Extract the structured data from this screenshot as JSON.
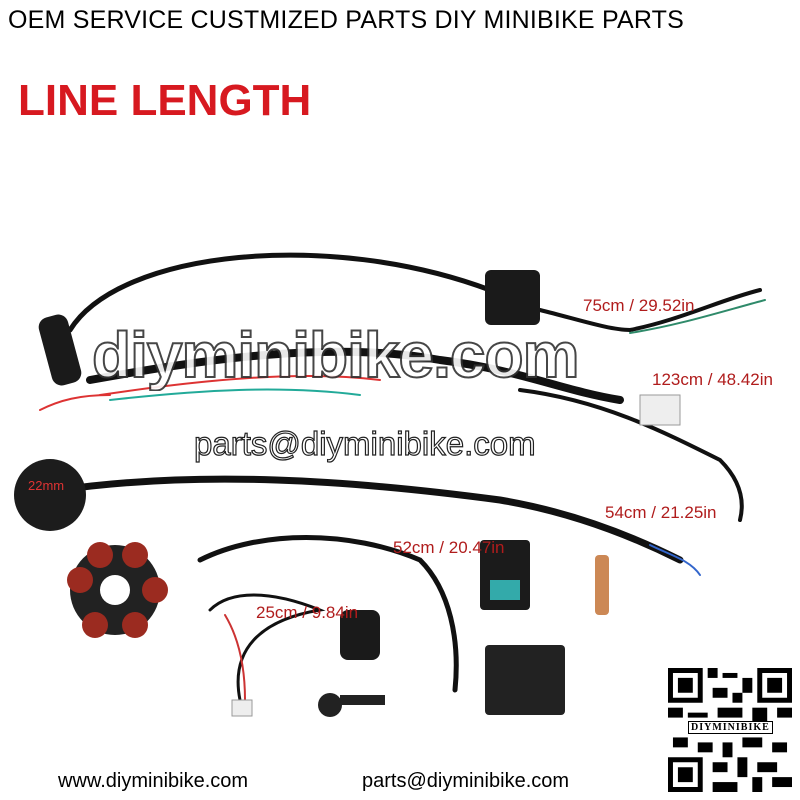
{
  "header": "OEM SERVICE CUSTMIZED PARTS DIY MINIBIKE PARTS",
  "title": "LINE LENGTH",
  "lengths": {
    "ignition_coil": "75cm / 29.52in",
    "main_harness": "123cm / 48.42in",
    "switch_harness": "54cm / 21.25in",
    "stator_harness": "52cm / 20.47in",
    "key_switch": "25cm / 9.84in"
  },
  "switch_size": "22mm",
  "watermark": {
    "site": "diyminibike.com",
    "email": "parts@diyminibike.com"
  },
  "footer": {
    "website": "www.diyminibike.com",
    "email": "parts@diyminibike.com"
  },
  "qr_label": "DIYMINIBIKE",
  "colors": {
    "title": "#d71920",
    "length_labels": "#b01c1c"
  }
}
